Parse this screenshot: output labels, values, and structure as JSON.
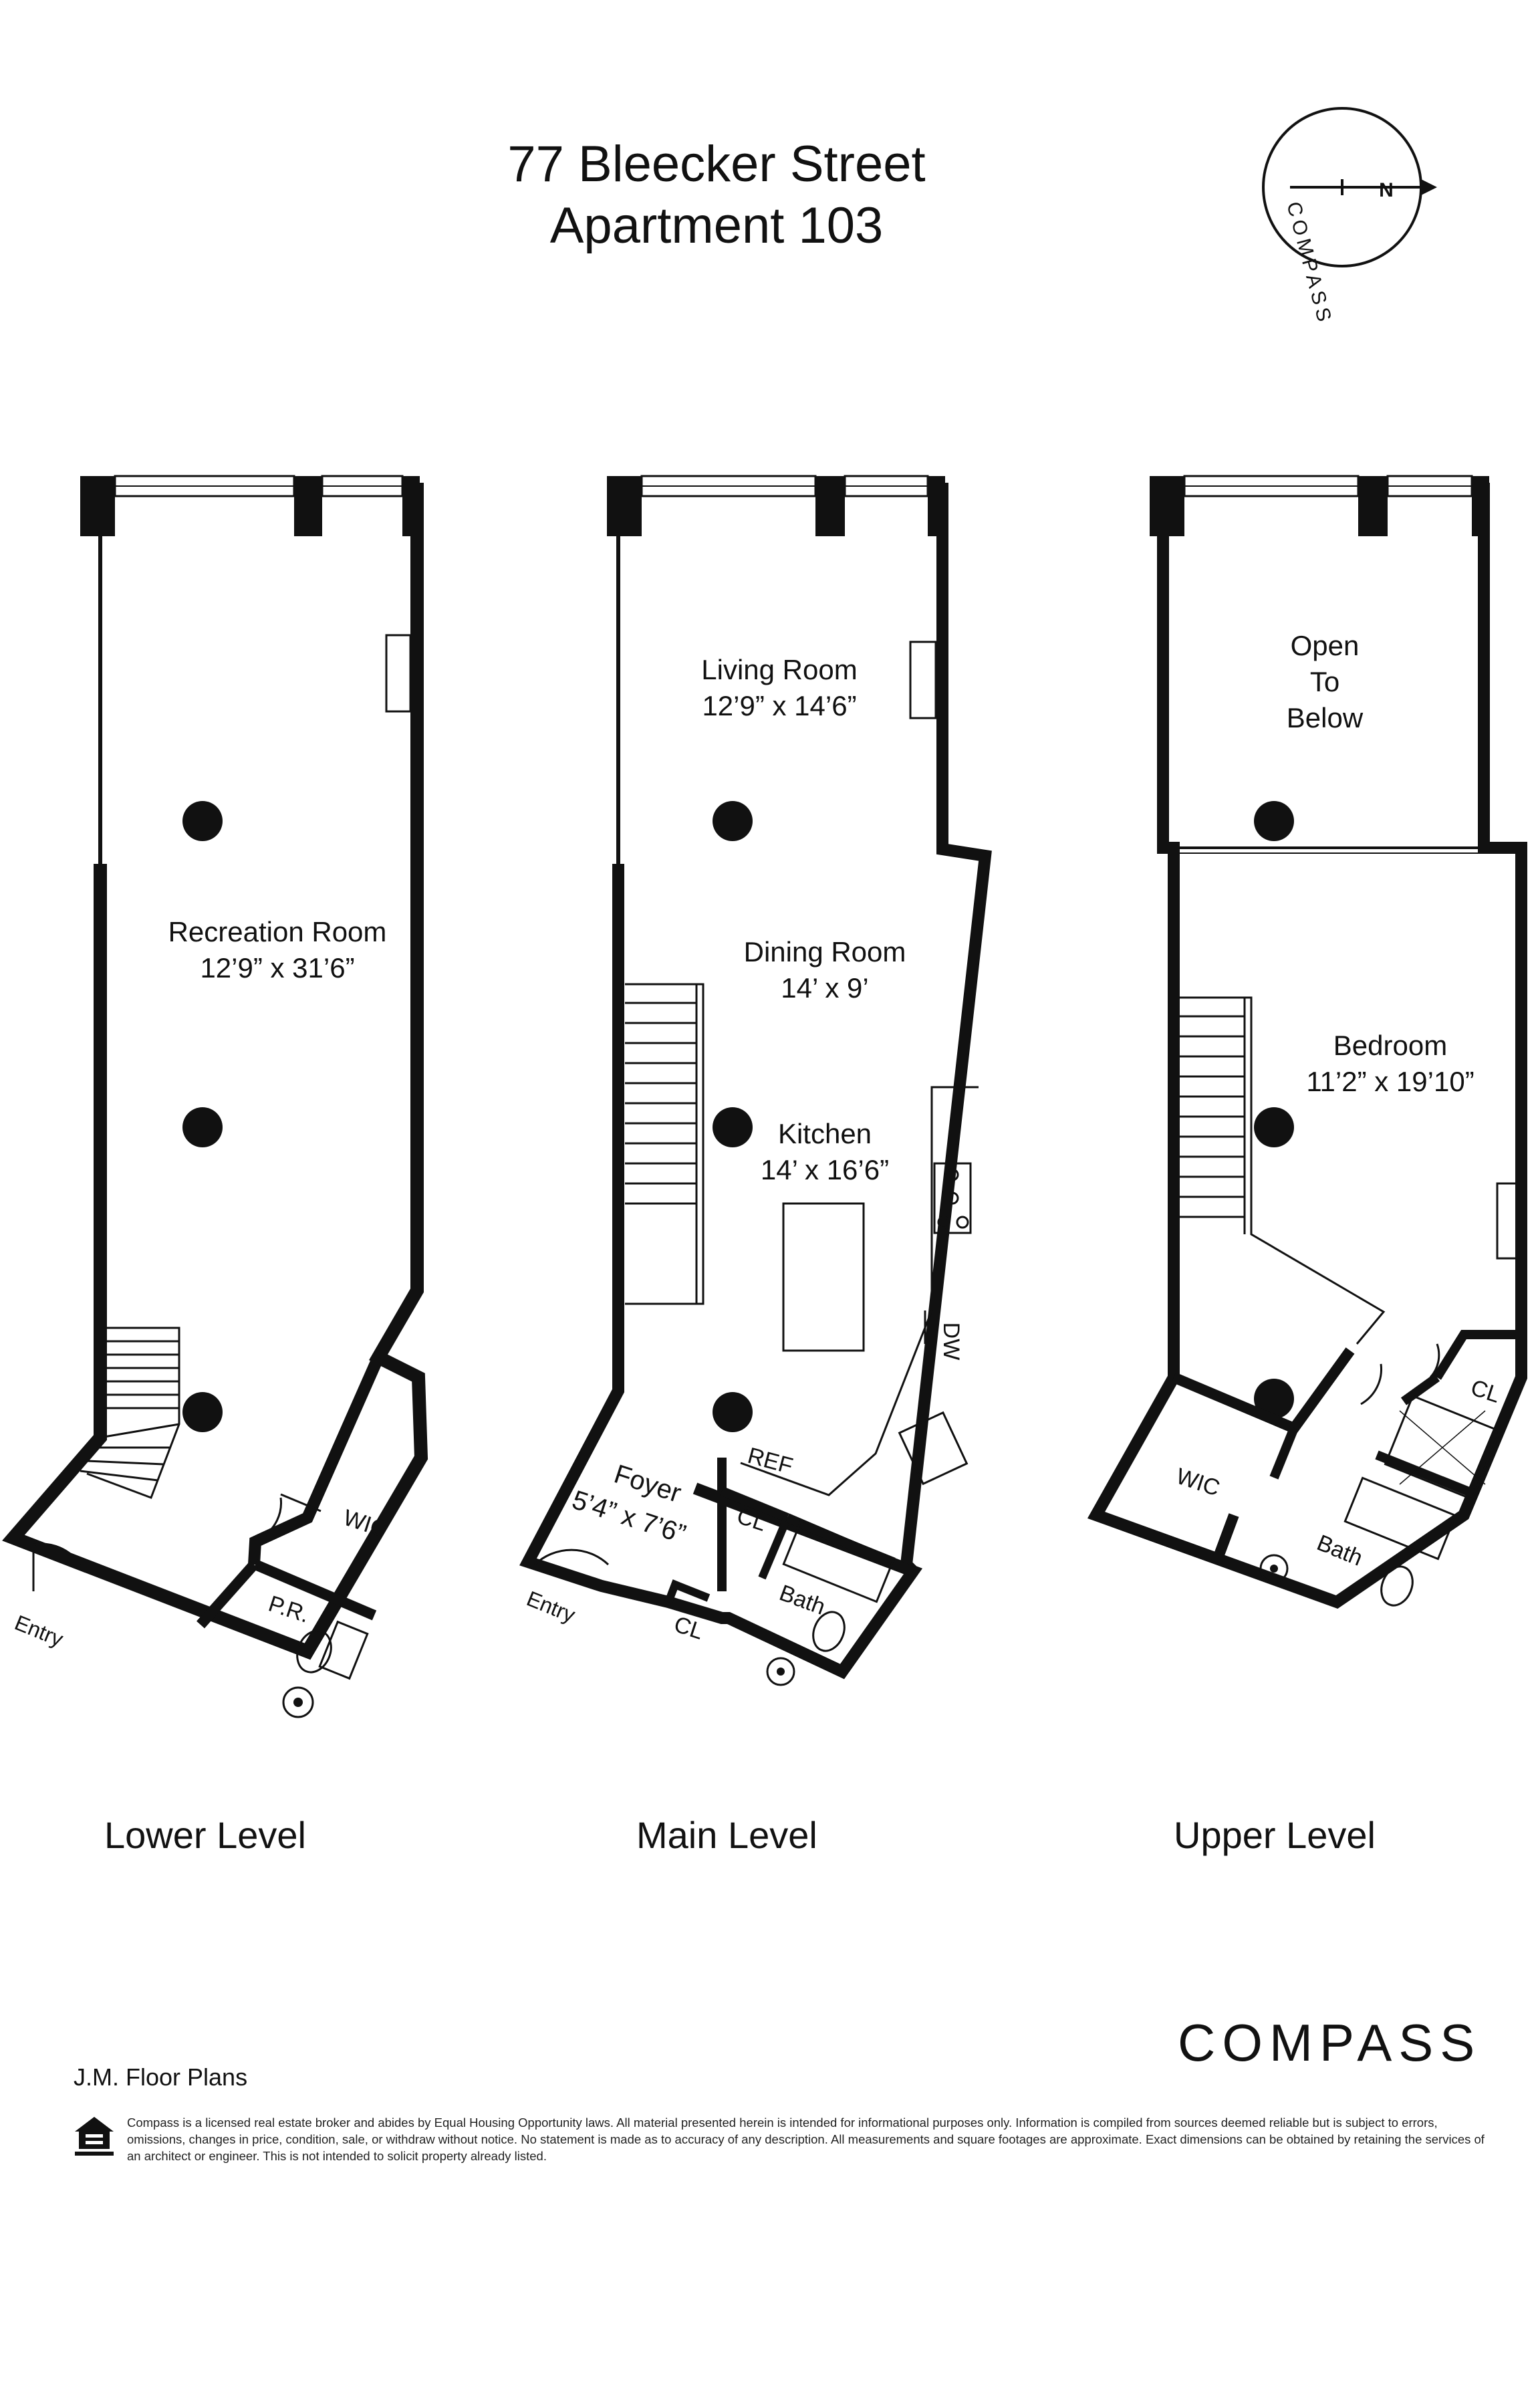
{
  "header": {
    "address": "77 Bleecker Street",
    "unit": "Apartment 103"
  },
  "compass_rose": {
    "label": "COMPASS",
    "north": "N",
    "north_color": "#d0202a"
  },
  "levels": [
    {
      "name": "Lower Level",
      "rooms": [
        {
          "name": "Recreation Room",
          "dims": "12’9” x 31’6”"
        },
        {
          "name": "WIC"
        },
        {
          "name": "P.R."
        },
        {
          "name": "Entry"
        }
      ]
    },
    {
      "name": "Main Level",
      "rooms": [
        {
          "name": "Living Room",
          "dims": "12’9” x 14’6”"
        },
        {
          "name": "Dining Room",
          "dims": "14’ x 9’"
        },
        {
          "name": "Kitchen",
          "dims": "14’ x 16’6”"
        },
        {
          "name": "DW"
        },
        {
          "name": "REF"
        },
        {
          "name": "Foyer",
          "dims": "5’4” x 7’6”"
        },
        {
          "name": "CL"
        },
        {
          "name": "Bath"
        },
        {
          "name": "CL"
        },
        {
          "name": "Entry"
        }
      ]
    },
    {
      "name": "Upper Level",
      "rooms": [
        {
          "name": "Open",
          "line2": "To",
          "line3": "Below"
        },
        {
          "name": "Bedroom",
          "dims": "11’2” x 19’10”"
        },
        {
          "name": "CL"
        },
        {
          "name": "WIC"
        },
        {
          "name": "Bath"
        }
      ]
    }
  ],
  "footer": {
    "credit": "J.M. Floor Plans",
    "brand": "COMPASS",
    "disclaimer": "Compass is a licensed real estate broker and abides by Equal Housing Opportunity laws. All material presented herein is intended for informational purposes only. Information is compiled from sources deemed reliable but is subject to errors, omissions, changes in price, condition, sale, or withdraw without notice. No statement is made as to accuracy of any description. All measurements and square footages are approximate. Exact dimensions can be obtained by retaining the services of an architect or engineer. This is not intended to solicit property already listed."
  },
  "colors": {
    "wall": "#111111",
    "accent": "#d0202a"
  }
}
